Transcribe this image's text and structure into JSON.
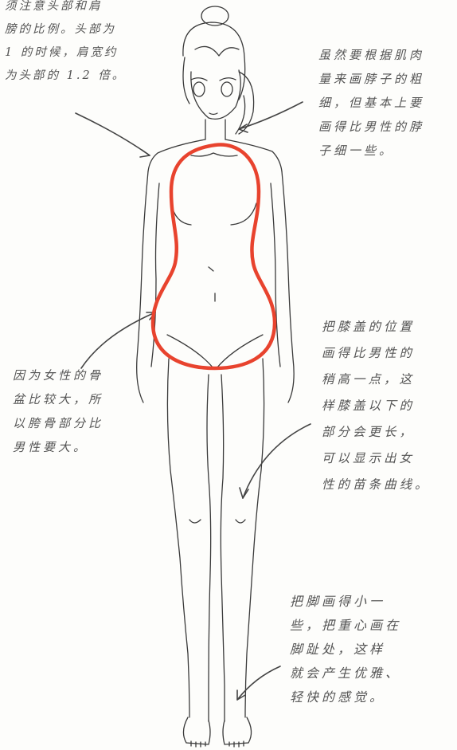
{
  "annotations": {
    "shoulder_note": "须注意头部和肩\n膀的比例。头部为\n1 的时候，肩宽约\n为头部的 1.2 倍。",
    "neck_note": "虽然要根据肌肉\n量来画脖子的粗\n细，但基本上要\n画得比男性的脖\n子细一些。",
    "knee_note": "把膝盖的位置\n画得比男性的\n稍高一点，这\n样膝盖以下的\n部分会更长，\n可以显示出女\n性的苗条曲线。",
    "hip_note": "因为女性的骨\n盆比较大，所\n以胯骨部分比\n男性要大。",
    "foot_note": "把脚画得小一\n些，把重心画在\n脚趾处，这样\n就会产生优雅、\n轻快的感觉。"
  },
  "colors": {
    "highlight_outline": "#e8432e",
    "line_art": "#3a3a3a"
  }
}
